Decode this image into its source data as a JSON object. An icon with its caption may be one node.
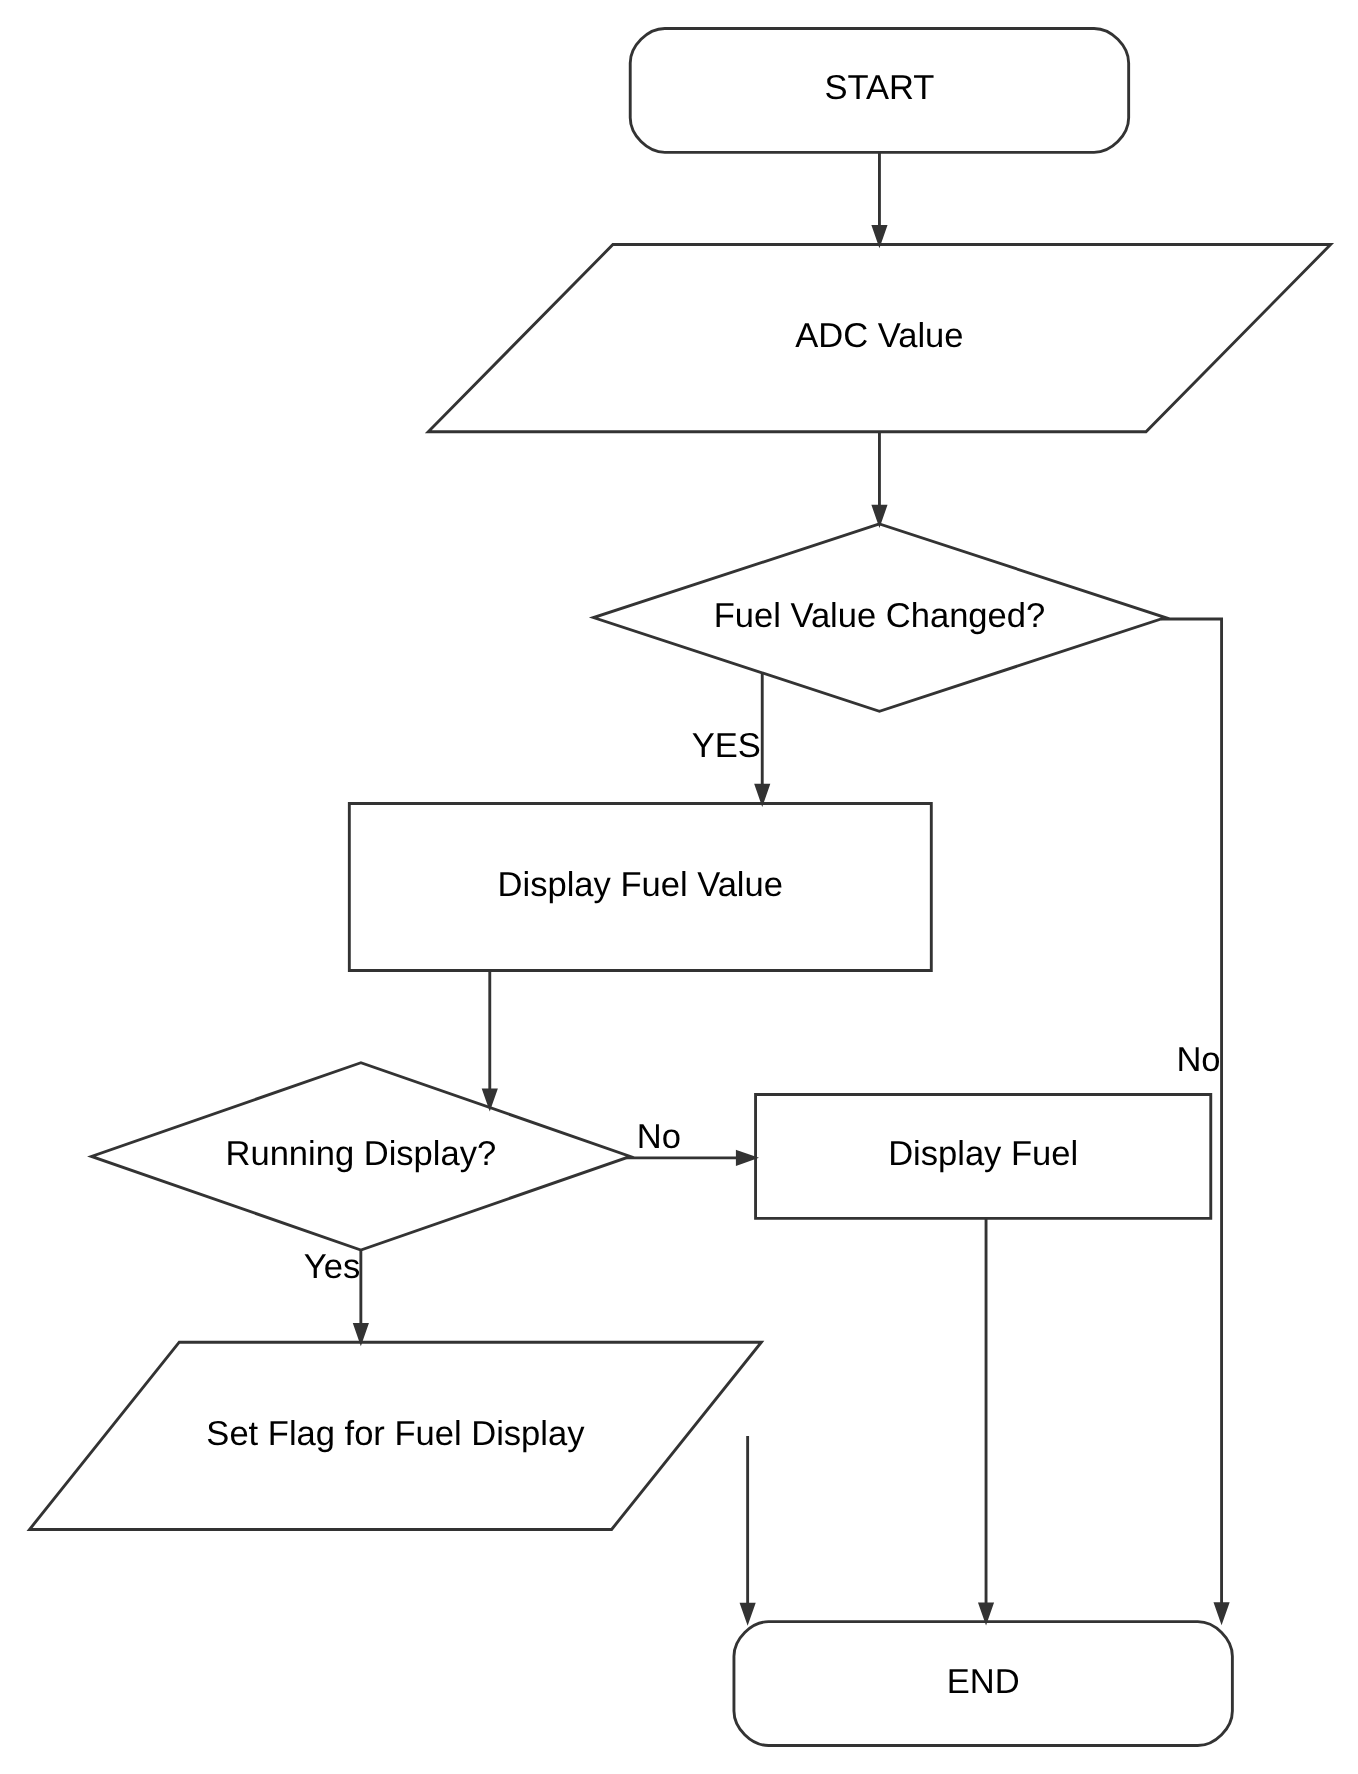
{
  "diagram": {
    "nodes": [
      {
        "text": [
          "START"
        ]
      },
      {
        "text": [
          "ADC Value"
        ]
      },
      {
        "text": [
          "Fuel Value Changed?"
        ]
      },
      {
        "text": [
          "Display Fuel Value"
        ]
      },
      {
        "text": [
          "Running Display?"
        ]
      },
      {
        "text": [
          "Display Fuel"
        ]
      },
      {
        "text": [
          "Set Flag for Fuel Display"
        ]
      },
      {
        "text": [
          "END"
        ]
      }
    ],
    "edges": [
      {
        "from": 0,
        "to": 1,
        "arrow": "to"
      },
      {
        "from": 1,
        "to": 2,
        "arrow": "to"
      },
      {
        "from": 2,
        "to": 3,
        "arrow": "to",
        "label": "YES"
      },
      {
        "from": 3,
        "to": 4,
        "arrow": "to"
      },
      {
        "from": 4,
        "to": 5,
        "arrow": "to",
        "label": "No"
      },
      {
        "from": 4,
        "to": 6,
        "arrow": "to",
        "label": "Yes"
      },
      {
        "from": 2,
        "to": 7,
        "arrow": "to",
        "label": "No"
      },
      {
        "from": 6,
        "to": 7,
        "arrow": "to"
      },
      {
        "from": 5,
        "to": 7,
        "arrow": "to"
      }
    ]
  }
}
